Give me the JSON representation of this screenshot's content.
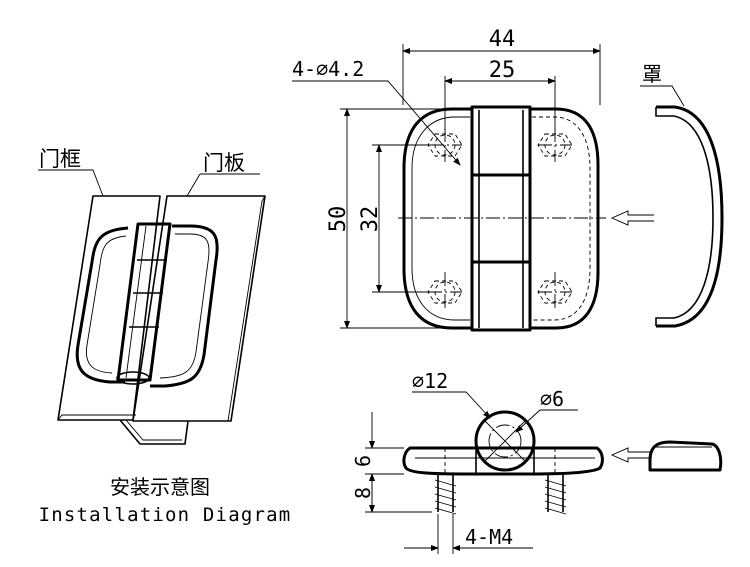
{
  "labels": {
    "door_frame": "门框",
    "door_panel": "门板",
    "cover": "罩",
    "caption_cn": "安装示意图",
    "caption_en": "Installation Diagram"
  },
  "dimensions": {
    "holes": "4-∅4.2",
    "overall_width": "44",
    "hole_spacing_x": "25",
    "overall_height": "50",
    "hole_spacing_y": "32",
    "knuckle_dia": "∅12",
    "pin_dia": "∅6",
    "plate_thickness": "6",
    "stud_length": "8",
    "studs": "4-M4"
  }
}
